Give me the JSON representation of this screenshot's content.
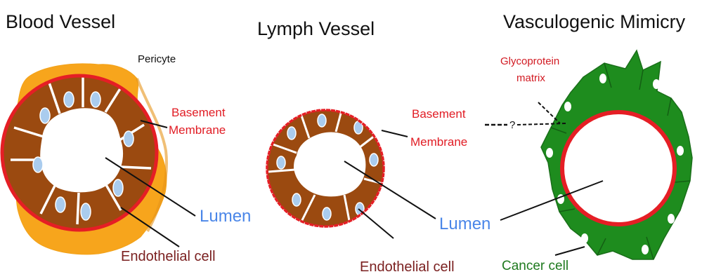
{
  "titles": {
    "blood": "Blood Vessel",
    "lymph": "Lymph Vessel",
    "vm": "Vasculogenic Mimicry"
  },
  "labels": {
    "pericyte": "Pericyte",
    "basement_line1": "Basement",
    "basement_line2": "Membrane",
    "lumen": "Lumen",
    "endothelial": "Endothelial cell",
    "glyco_line1": "Glycoprotein",
    "glyco_line2": "matrix",
    "question": "?",
    "cancer": "Cancer cell"
  },
  "colors": {
    "pericyte": "#f7a51c",
    "endothelial": "#9b4a10",
    "membrane": "#e51e25",
    "nucleus": "#aaccee",
    "cancer": "#1e8c1e",
    "lumen_text": "#4a86e8",
    "endo_text": "#7a1f1f",
    "cancer_text": "#1f7a1f"
  }
}
